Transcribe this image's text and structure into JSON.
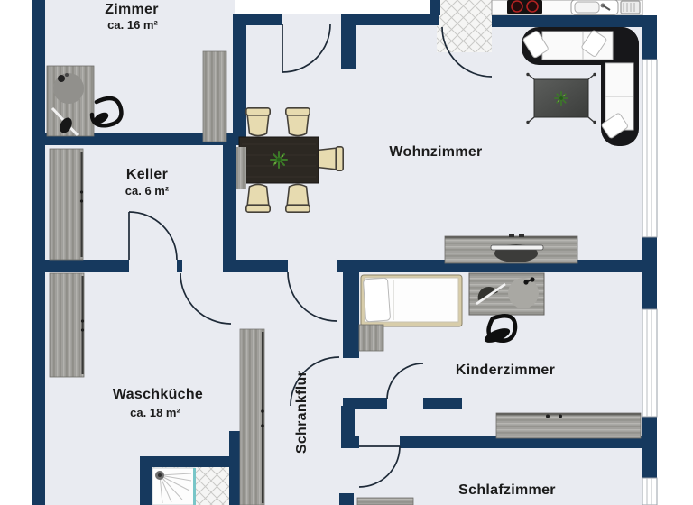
{
  "plan": {
    "colors": {
      "wall": "#16395e",
      "room_fill": "#e9ebf1",
      "furniture_gray": "#9d9c98",
      "table_dark": "#2c2822",
      "sofa_black": "#17171a",
      "burner_red": "#b22222",
      "plant_green": "#3c7a28",
      "chair_cream": "#e7dbb0"
    },
    "rooms": [
      {
        "name": "Zimmer",
        "area": "ca. 16 m²"
      },
      {
        "name": "Keller",
        "area": "ca. 6 m²"
      },
      {
        "name": "Wohnzimmer",
        "area": ""
      },
      {
        "name": "Waschküche",
        "area": "ca. 18 m²"
      },
      {
        "name": "Schrankflur",
        "area": ""
      },
      {
        "name": "Kinderzimmer",
        "area": ""
      },
      {
        "name": "Schlafzimmer",
        "area": ""
      }
    ],
    "furniture_icons": [
      "desk-icon",
      "office-chair-icon",
      "wardrobe-icon",
      "shelf-icon",
      "dining-table-icon",
      "chair-icon",
      "plant-icon",
      "corner-sofa-icon",
      "coffee-table-icon",
      "sideboard-icon",
      "stove-icon",
      "sink-icon",
      "bed-icon",
      "nightstand-icon",
      "shower-icon",
      "dresser-icon"
    ]
  }
}
